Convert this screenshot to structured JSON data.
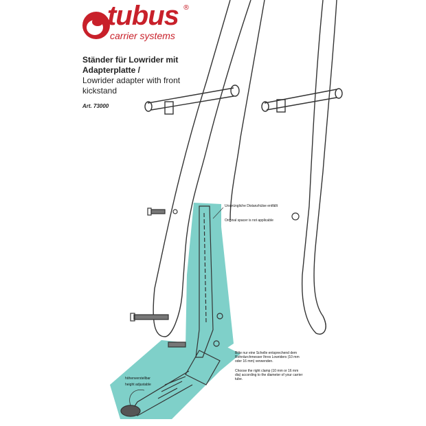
{
  "logo": {
    "brand": "tubus",
    "registered": "®",
    "tagline": "carrier systems",
    "color": "#c8202a"
  },
  "title": {
    "de": "Ständer für Lowrider mit Adapterplatte /",
    "en": "Lowrider adapter with front kickstand"
  },
  "article": "Art. 73000",
  "annotations": {
    "spacer_de": "Ursprüngliche Distanzhülse entfällt",
    "spacer_en": "Original spacer is not applicable",
    "clamp_de": "Bitte nur eine Schelle entsprechend dem Rohrdurchmesser Ihres Lowriders (10 mm oder 16 mm) verwenden.",
    "clamp_en": "Choose the right clamp (10 mm or 16 mm dia) according to the diameter of your carrier tube.",
    "height_de": "höhenverstellbar",
    "height_en": "height adjustable"
  },
  "colors": {
    "highlight": "#7fd0c9",
    "line": "#333333"
  }
}
